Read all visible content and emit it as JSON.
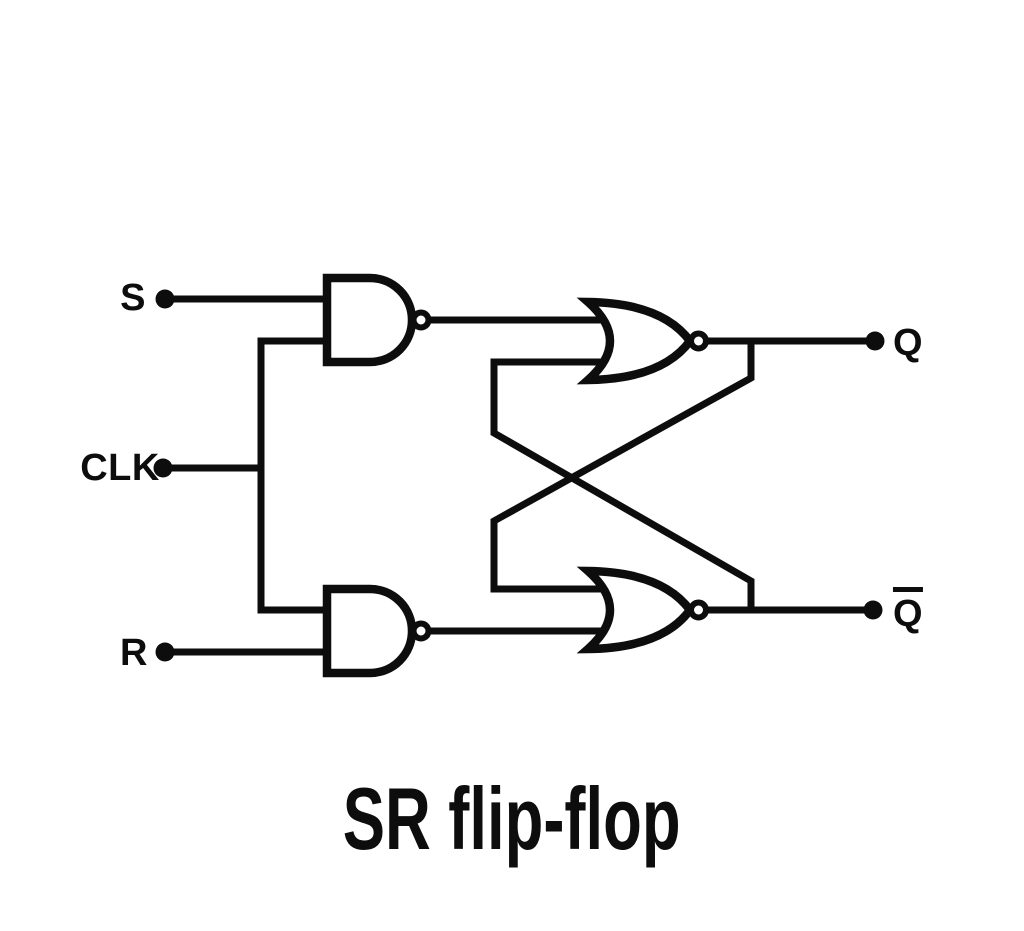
{
  "title": "SR flip-flop",
  "colors": {
    "ink": "#0d0d0d",
    "background": "#ffffff"
  },
  "diagram": {
    "type": "logic-circuit",
    "inputs": [
      {
        "id": "s",
        "label": "S"
      },
      {
        "id": "clk",
        "label": "CLK"
      },
      {
        "id": "r",
        "label": "R"
      }
    ],
    "outputs": [
      {
        "id": "q",
        "label": "Q",
        "overbar": false
      },
      {
        "id": "qbar",
        "label": "Q",
        "overbar": true
      }
    ],
    "gates": [
      {
        "id": "nand-top",
        "type": "NAND",
        "inputs": [
          "S",
          "CLK"
        ]
      },
      {
        "id": "nand-bottom",
        "type": "NAND",
        "inputs": [
          "CLK",
          "R"
        ]
      },
      {
        "id": "nor-top",
        "type": "NOR",
        "inputs": [
          "nand-top-out",
          "qbar-feedback"
        ],
        "output": "Q"
      },
      {
        "id": "nor-bottom",
        "type": "NOR",
        "inputs": [
          "q-feedback",
          "nand-bottom-out"
        ],
        "output": "Q-bar"
      }
    ]
  }
}
